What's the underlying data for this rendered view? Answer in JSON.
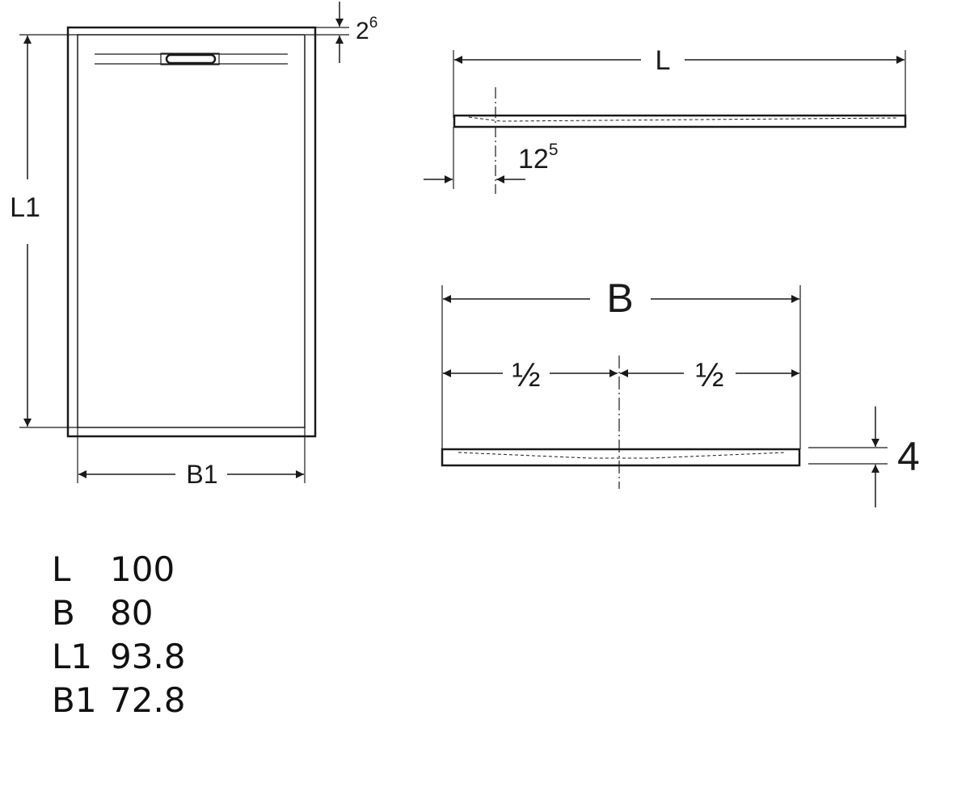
{
  "labels": {
    "length": "L",
    "width": "B",
    "inner_length": "L1",
    "inner_width": "B1",
    "half_left": "½",
    "half_right": "½",
    "height": "4",
    "rim_base": "2",
    "rim_sup": "6",
    "drain_offset_base": "12",
    "drain_offset_sup": "5"
  },
  "dimensions": [
    {
      "name": "L",
      "value": "100"
    },
    {
      "name": "B",
      "value": "80"
    },
    {
      "name": "L1",
      "value": "93.8"
    },
    {
      "name": "B1",
      "value": "72.8"
    }
  ],
  "colors": {
    "line": "#1a1a1a",
    "background": "#ffffff"
  }
}
